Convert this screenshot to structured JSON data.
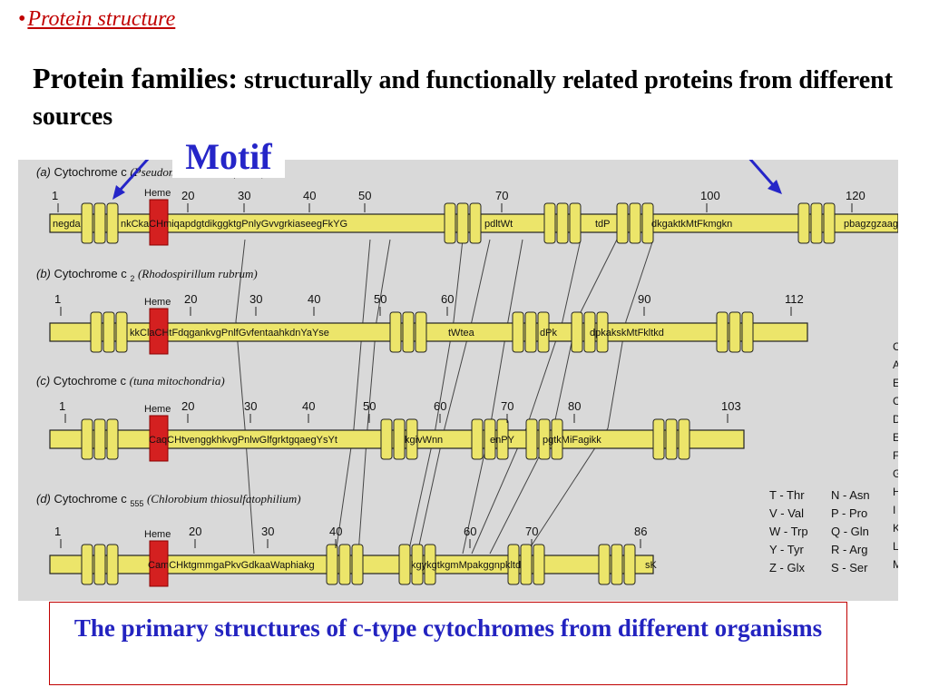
{
  "bullet": {
    "dot": "•",
    "topic": "Protein structure"
  },
  "heading": {
    "term": "Protein families:",
    "definition": " structurally and functionally related proteins from different sources"
  },
  "motif_label": "Motif",
  "figure": {
    "panels": [
      {
        "id": "a",
        "tag": "(a)",
        "title_plain": "Cytochrome c",
        "title_italic": "(Pseudomonas denitrificans)",
        "numbers": [
          "1",
          "20",
          "30",
          "40",
          "50",
          "70",
          "100",
          "120"
        ],
        "heme": "Heme"
      },
      {
        "id": "b",
        "tag": "(b)",
        "title_plain": "Cytochrome c ",
        "subscript": "2",
        "title_italic": "(Rhodospirillum rubrum)",
        "numbers": [
          "1",
          "20",
          "30",
          "40",
          "50",
          "60",
          "90",
          "112"
        ],
        "heme": "Heme"
      },
      {
        "id": "c",
        "tag": "(c)",
        "title_plain": "Cytochrome c",
        "title_italic": "(tuna mitochondria)",
        "numbers": [
          "1",
          "20",
          "30",
          "40",
          "50",
          "60",
          "70",
          "80",
          "103"
        ],
        "heme": "Heme"
      },
      {
        "id": "d",
        "tag": "(d)",
        "title_plain": "Cytochrome c ",
        "subscript": "555",
        "title_italic": "(Chlorobium thiosulfatophilium)",
        "numbers": [
          "1",
          "20",
          "30",
          "40",
          "60",
          "70",
          "86"
        ],
        "heme": "Heme"
      }
    ],
    "sequences": [
      [
        "negda",
        "nkCkaCHmiqapdgtdikggktgPnlyGvvgrkiaseegFkYG",
        "pdltWt",
        "tdP",
        "dkgaktkMtFkmgkn",
        "pbagzgzaag"
      ],
      [
        "kkClaCHtFdqgankvgPnlfGvfentaahkdnYaYse",
        "tWtea",
        "dPk",
        "dpkakskMtFkltkd"
      ],
      [
        "CaqCHtvenggkhkvgPnlwGlfgrktgqaegYsYt",
        "kgivWnn",
        "enPY",
        "pgtkMiFagikk"
      ],
      [
        "CamCHktgmmgaPkvGdkaaWaphiakg",
        "kgykgtkgmMpakggnpkltd",
        "sK"
      ]
    ],
    "legend": [
      {
        "a": "T - Thr",
        "b": "N - Asn"
      },
      {
        "a": "V - Val",
        "b": "P - Pro"
      },
      {
        "a": "W - Trp",
        "b": "Q - Gln"
      },
      {
        "a": "Y - Tyr",
        "b": "R - Arg"
      },
      {
        "a": "Z - Glx",
        "b": "S - Ser"
      }
    ],
    "edge_letters": [
      "C",
      "A",
      "E",
      "C",
      "D",
      "E",
      "F",
      "G",
      "H",
      "I",
      "K",
      "L",
      "M"
    ]
  },
  "caption": "The primary structures of c-type cytochromes from different organisms",
  "colors": {
    "ribbon": "#ece56a",
    "heme": "#d42020",
    "arrow": "#2525c8",
    "caption": "#2323c0",
    "accent": "#c00000"
  }
}
